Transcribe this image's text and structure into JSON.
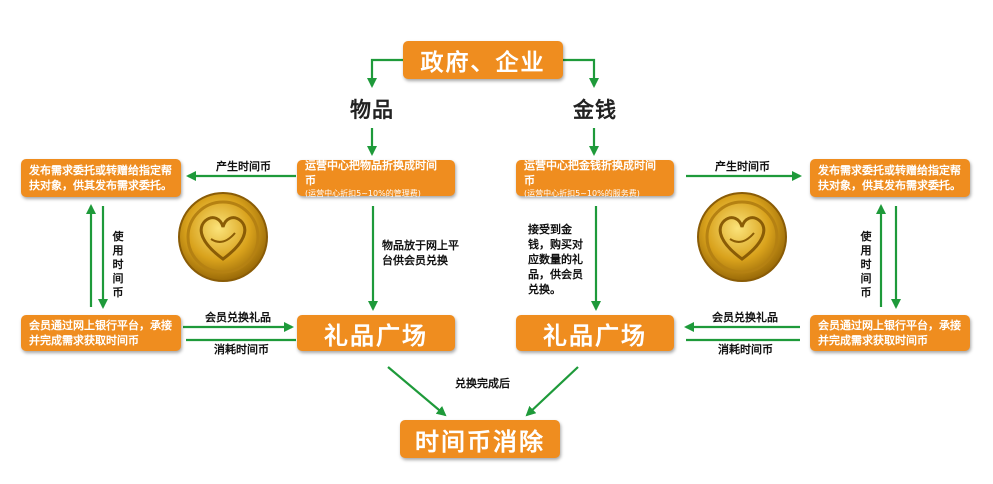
{
  "top": {
    "source": "政府、企业",
    "goods": "物品",
    "money": "金钱"
  },
  "left": {
    "center_box": {
      "line1": "运营中心把物品折换成时间币",
      "line2": "(运营中心折扣5~10%的管理费)"
    },
    "publish_box": "发布需求委托或转赠给指定帮扶对象，供其发布需求委托。",
    "member_box": "会员通过网上银行平台，承接并完成需求获取时间币",
    "mall": "礼品广场",
    "label_produce": "产生时间币",
    "label_use": "使用时间币",
    "label_exchange": "会员兑换礼品",
    "label_consume": "消耗时间币",
    "label_goods": "物品放于网上平台供会员兑换"
  },
  "right": {
    "center_box": {
      "line1": "运营中心把金钱折换成时间币",
      "line2": "(运营中心折扣5~10%的服务费)"
    },
    "publish_box": "发布需求委托或转赠给指定帮扶对象，供其发布需求委托。",
    "member_box": "会员通过网上银行平台，承接并完成需求获取时间币",
    "mall": "礼品广场",
    "label_produce": "产生时间币",
    "label_use": "使用时间币",
    "label_exchange": "会员兑换礼品",
    "label_consume": "消耗时间币",
    "label_money": "接受到金钱，购买对应数量的礼品，供会员兑换。"
  },
  "bottom": {
    "after_exchange": "兑换完成后",
    "destroy": "时间币消除"
  },
  "colors": {
    "box": "#ef8d1f",
    "arrow": "#1e9a3a",
    "coin": "#d8a21a"
  },
  "icons": [
    "gold-coin-icon",
    "gold-coin-icon"
  ]
}
